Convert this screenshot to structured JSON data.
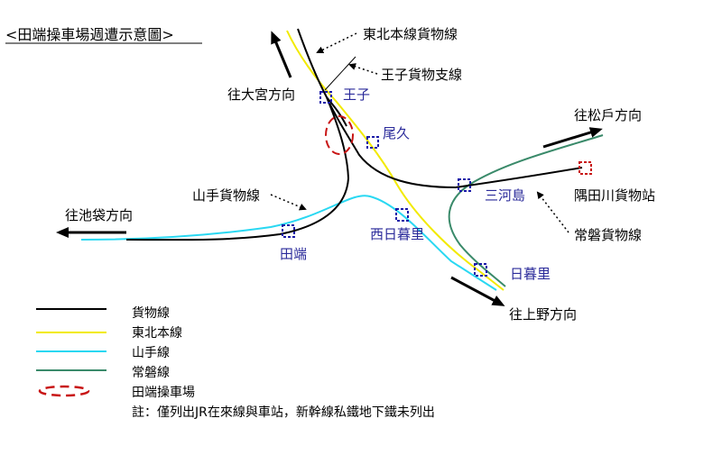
{
  "title": "<田端操車場週遭示意圖>",
  "colors": {
    "freight": "#000000",
    "tohoku": "#f2ea00",
    "yamanote": "#29d8f2",
    "joban": "#3a8a6a",
    "station_box": "#1a1aa8",
    "yard": "#c81414",
    "terminal_station": "#c81414"
  },
  "stations": {
    "oji": "王子",
    "ogu": "尾久",
    "tabata": "田端",
    "nishi_nippori": "西日暮里",
    "mikawashima": "三河島",
    "nippori": "日暮里",
    "sumidagawa": "隅田川貨物站"
  },
  "directions": {
    "omiya": "往大宮方向",
    "ikebukuro": "往池袋方向",
    "matsudo": "往松戶方向",
    "ueno": "往上野方向"
  },
  "callouts": {
    "tohoku_freight": "東北本線貨物線",
    "oji_freight_branch": "王子貨物支線",
    "yamanote_freight": "山手貨物線",
    "joban_freight": "常磐貨物線"
  },
  "legend": {
    "freight": "貨物線",
    "tohoku": "東北本線",
    "yamanote": "山手線",
    "joban": "常磐線",
    "yard": "田端操車場",
    "note": "註：僅列出JR在來線與車站，新幹線私鐵地下鐵未列出"
  }
}
